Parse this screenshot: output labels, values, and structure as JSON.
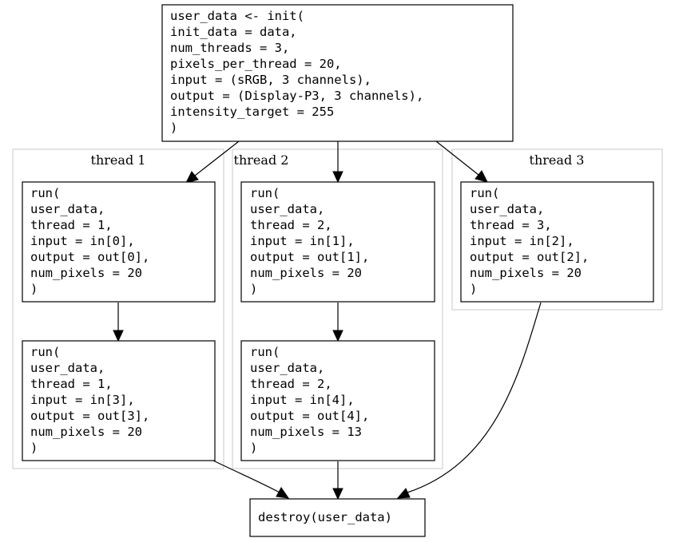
{
  "clusters": {
    "thread1": "thread 1",
    "thread2": "thread 2",
    "thread3": "thread 3"
  },
  "nodes": {
    "init": [
      "user_data <- init(",
      "    init_data = data,",
      "    num_threads = 3,",
      "    pixels_per_thread = 20,",
      "    input = (sRGB, 3 channels),",
      "    output = (Display-P3, 3 channels),",
      "    intensity_target = 255",
      "  )"
    ],
    "run_t1_a": [
      "run(",
      "    user_data,",
      "    thread = 1,",
      "    input = in[0],",
      "    output = out[0],",
      "    num_pixels = 20",
      "  )"
    ],
    "run_t1_b": [
      "run(",
      "    user_data,",
      "    thread = 1,",
      "    input = in[3],",
      "    output = out[3],",
      "    num_pixels = 20",
      "  )"
    ],
    "run_t2_a": [
      "run(",
      "    user_data,",
      "    thread = 2,",
      "    input = in[1],",
      "    output = out[1],",
      "    num_pixels = 20",
      "  )"
    ],
    "run_t2_b": [
      "run(",
      "    user_data,",
      "    thread = 2,",
      "    input = in[4],",
      "    output = out[4],",
      "    num_pixels = 13",
      "  )"
    ],
    "run_t3_a": [
      "run(",
      "    user_data,",
      "    thread = 3,",
      "    input = in[2],",
      "    output = out[2],",
      "    num_pixels = 20",
      "  )"
    ],
    "destroy": [
      "destroy(user_data)"
    ]
  }
}
